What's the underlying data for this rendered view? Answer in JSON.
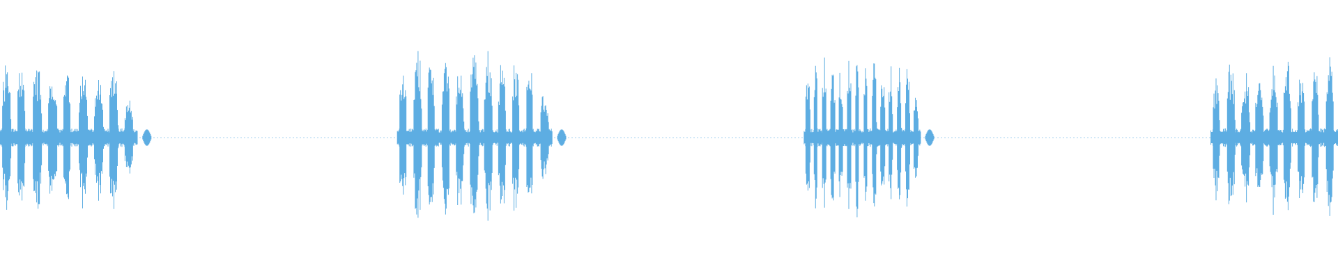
{
  "waveform": {
    "color": "#5DADE2",
    "background": "#ffffff",
    "segments": [
      {
        "start": 0.0,
        "end": 0.103,
        "bursts": 9,
        "peak": 0.72,
        "tail": 0.01
      },
      {
        "start": 0.297,
        "end": 0.413,
        "bursts": 11,
        "peak": 0.84,
        "tail": 0.01
      },
      {
        "start": 0.601,
        "end": 0.688,
        "bursts": 14,
        "peak": 0.78,
        "tail": 0.01
      },
      {
        "start": 0.905,
        "end": 1.0,
        "bursts": 9,
        "peak": 0.74,
        "tail": 0.0
      }
    ],
    "noise_level": 0.012
  }
}
